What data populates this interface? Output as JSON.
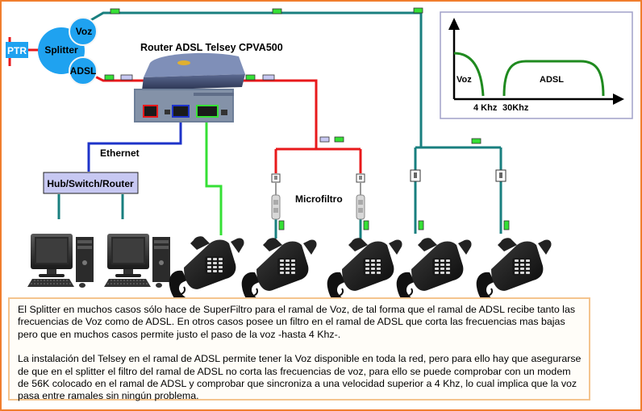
{
  "labels": {
    "ptr": "PTR",
    "splitter": "Splitter",
    "voz_port": "Voz",
    "adsl_port": "ADSL",
    "router": "Router ADSL Telsey CPVA500",
    "ethernet": "Ethernet",
    "hub": "Hub/Switch/Router",
    "microfiltro": "Microfiltro"
  },
  "spectrum": {
    "voz": "Voz",
    "adsl": "ADSL",
    "tick_4k": "4 Khz",
    "tick_30k": "30Khz"
  },
  "colors": {
    "border": "#f07e2e",
    "voice_line": "#197f7f",
    "adsl_line": "#e8191b",
    "ethernet_line": "#1e33c9",
    "phone_line": "#35e035",
    "splitter": "#1fa2f0",
    "ptr": "#e8191b",
    "curve": "#1f8a1f",
    "hub": "#c7c8f2"
  },
  "note": {
    "p1": "El Splitter en muchos casos sólo hace de SuperFiltro para el ramal de Voz, de tal forma que el ramal de ADSL recibe tanto las frecuencias de Voz como de ADSL. En otros casos posee un filtro en el ramal de ADSL que corta las frecuencias mas bajas pero que en muchos casos permite justo el paso de la voz -hasta 4 Khz-.",
    "p2": "La instalación del Telsey en el ramal de ADSL permite tener la Voz disponible en toda la red, pero para ello hay que asegurarse de que en el splitter el filtro del ramal de ADSL no corta las frecuencias de voz, para ello se puede comprobar con un modem de 56K colocado en el ramal de ADSL y comprobar que sincroniza a una velocidad superior a 4 Khz, lo cual implica que la voz pasa entre ramales sin ningún problema."
  }
}
